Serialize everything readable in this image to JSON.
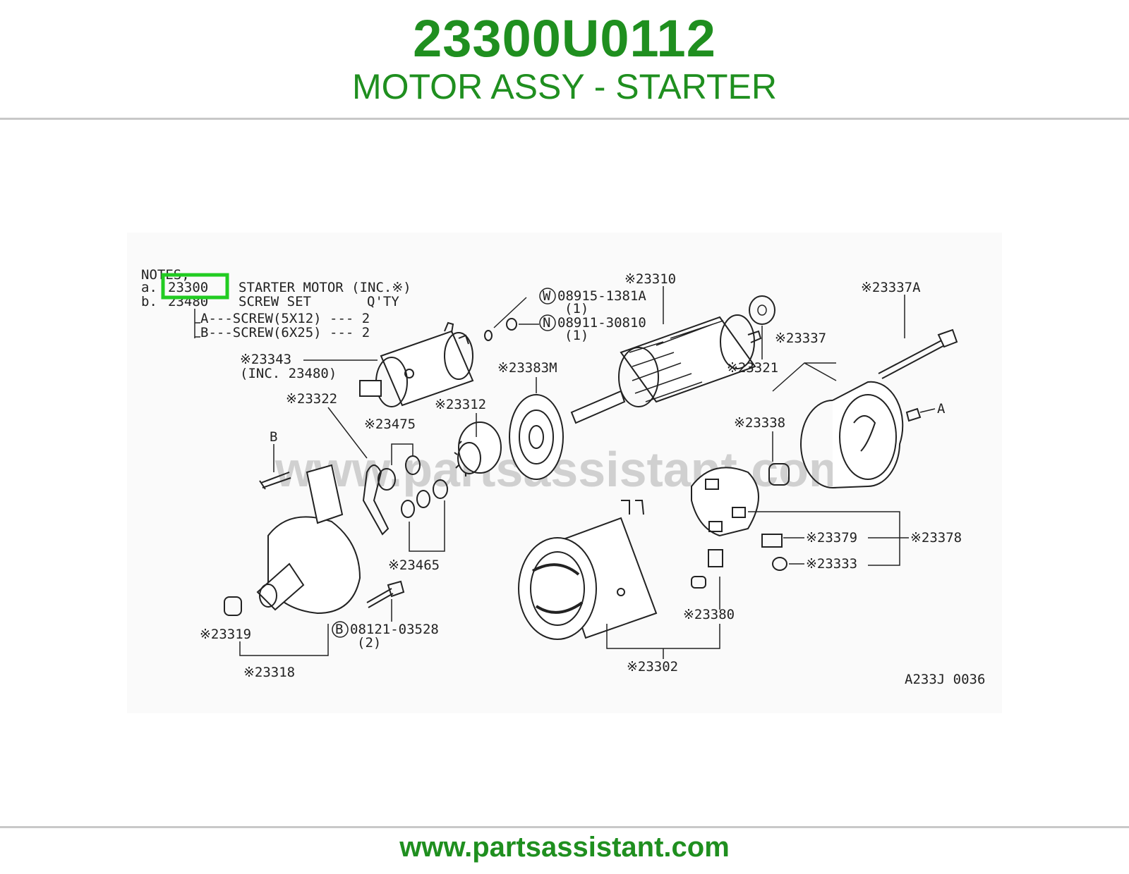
{
  "header": {
    "part_number": "23300U0112",
    "part_name": "MOTOR ASSY - STARTER"
  },
  "footer": {
    "url": "www.partsassistant.com"
  },
  "colors": {
    "brand_green": "#1f8f1f",
    "highlight_green": "#22cc22"
  },
  "diagram": {
    "watermark": "www.partsassistant.com",
    "code": "A233J 0036",
    "notes": {
      "title": "NOTES,",
      "a_prefix": "a.",
      "a_part": "23300",
      "a_desc": "STARTER MOTOR (INC.※)",
      "b_prefix": "b.",
      "b_part": "23480",
      "b_desc": "SCREW SET",
      "qty_label": "Q'TY",
      "screw_a": "A---SCREW(5X12) --- 2",
      "screw_b": "B---SCREW(6X25) --- 2"
    },
    "callouts": {
      "p23310": "※23310",
      "p08915": "08915-1381A",
      "p08915_qty": "(1)",
      "w_marker": "W",
      "p08911": "08911-30810",
      "p08911_qty": "(1)",
      "n_marker": "N",
      "p23337a": "※23337A",
      "p23337": "※23337",
      "p23321": "※23321",
      "p23343": "※23343",
      "p23343_inc": "(INC. 23480)",
      "p23383m": "※23383M",
      "p23322": "※23322",
      "p23312": "※23312",
      "p23475": "※23475",
      "p23338": "※23338",
      "label_a": "A",
      "label_b": "B",
      "p23379": "※23379",
      "p23378": "※23378",
      "p23333": "※23333",
      "p23465": "※23465",
      "p08121": "08121-03528",
      "p08121_qty": "(2)",
      "b_marker": "B",
      "p23380": "※23380",
      "p23319": "※23319",
      "p23318": "※23318",
      "p23302": "※23302"
    }
  }
}
